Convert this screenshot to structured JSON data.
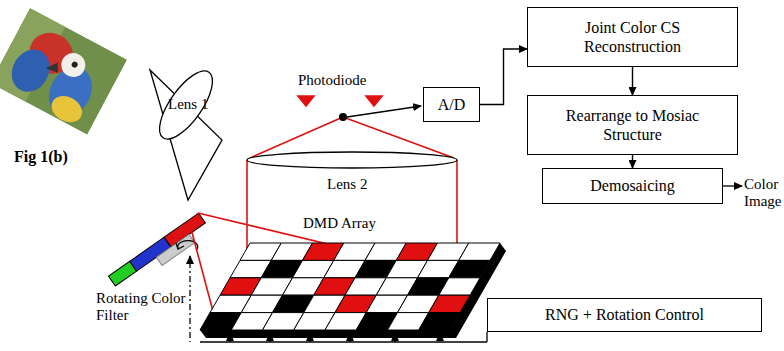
{
  "diagram": {
    "nodes": [
      {
        "text": [
          "A/D"
        ]
      },
      {
        "text": [
          "Joint Color CS Reconstruction"
        ]
      },
      {
        "text": [
          "Rearrange to Mosiac Structure"
        ]
      },
      {
        "text": [
          "Demosaicing"
        ]
      },
      {
        "text": [
          "RNG + Rotation Control"
        ]
      }
    ],
    "edges": [
      {
        "from": 0,
        "to": 1,
        "arrow": "to"
      },
      {
        "from": 1,
        "to": 2,
        "arrow": "to"
      },
      {
        "from": 2,
        "to": 3,
        "arrow": "to"
      }
    ],
    "labels": [
      "Photodiode",
      "Lens 1",
      "Lens 2",
      "Fig 1(b)",
      "DMD Array",
      "Rotating Color Filter",
      "Color Image"
    ]
  }
}
